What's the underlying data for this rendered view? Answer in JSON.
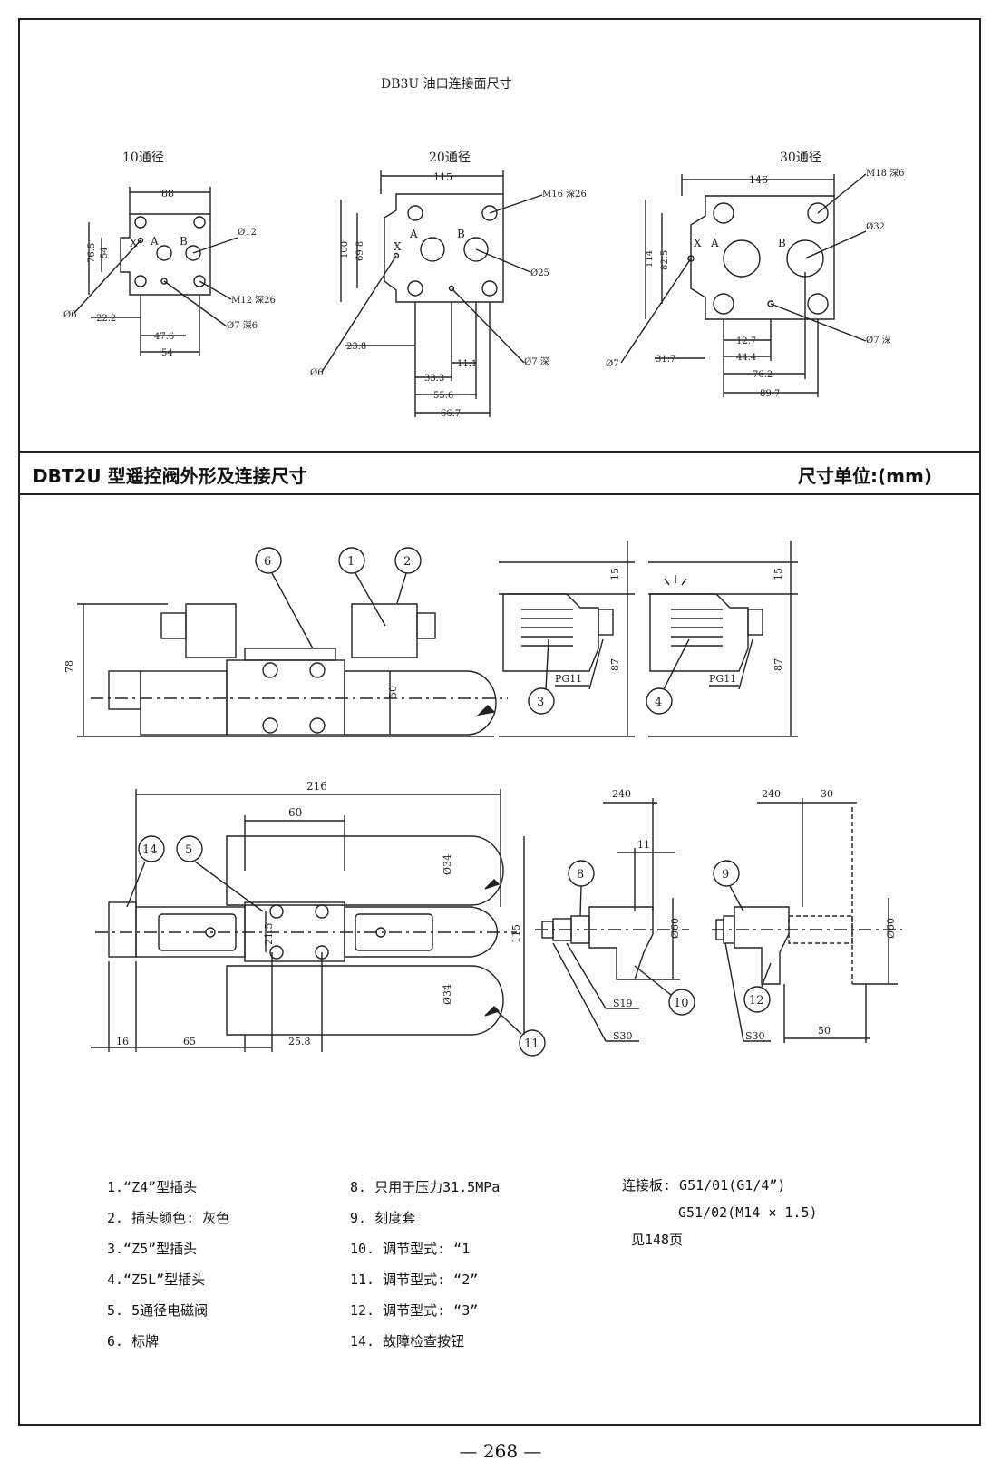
{
  "top_section": {
    "title": "DB3U  油口连接面尺寸",
    "views": [
      {
        "label": "10通径",
        "dims": {
          "width": "88",
          "h1": "76.5",
          "h2": "54",
          "d_center": "Ø12",
          "pilot": "Ø6",
          "x1": "22.2",
          "x2": "47.6",
          "x3": "54",
          "bolt": "M12 深26",
          "pin": "Ø7 深6"
        },
        "ports": {
          "x": "X",
          "a": "A",
          "b": "B"
        }
      },
      {
        "label": "20通径",
        "dims": {
          "width": "115",
          "h1": "100",
          "h2": "69.8",
          "bolt": "M16 深26",
          "port": "Ø25",
          "pilot": "Ø6",
          "x1": "23.8",
          "x2": "11.1",
          "x3": "33.3",
          "x4": "55.6",
          "x5": "66.7",
          "pin": "Ø7 深"
        },
        "ports": {
          "x": "X",
          "a": "A",
          "b": "B"
        }
      },
      {
        "label": "30通径",
        "dims": {
          "width": "146",
          "h1": "114",
          "h2": "82.5",
          "bolt": "M18 深6",
          "port": "Ø32",
          "pilot": "Ø7",
          "x1": "31.7",
          "x2": "12.7",
          "x3": "44.4",
          "x4": "76.2",
          "x5": "89.7",
          "pin": "Ø7 深"
        },
        "ports": {
          "x": "X",
          "a": "A",
          "b": "B"
        }
      }
    ]
  },
  "section_header": {
    "title": "DBT2U 型遥控阀外形及连接尺寸",
    "unit": "尺寸单位:(mm)"
  },
  "drawing": {
    "front": {
      "h_total": "78",
      "h_mid": "50",
      "callouts": [
        "6",
        "1",
        "2"
      ]
    },
    "plug_z5": {
      "callout": "3",
      "thread": "PG11",
      "h1": "15",
      "h2": "87"
    },
    "plug_z5l": {
      "callout": "4",
      "thread": "PG11",
      "h1": "15",
      "h2": "87"
    },
    "plan": {
      "length": "216",
      "pitch": "60",
      "height": "115",
      "dia": "Ø34",
      "dia2": "Ø34",
      "gap": "21.5",
      "left": "16",
      "offset": "65",
      "spacing": "25.8",
      "callouts": [
        "14",
        "5",
        "11"
      ]
    },
    "side1": {
      "len": "240",
      "dim": "11",
      "dia": "Ø60",
      "s1": "S19",
      "s2": "S30",
      "callouts": [
        "8",
        "10"
      ]
    },
    "side2": {
      "len": "240",
      "dim": "30",
      "dia": "Ø60",
      "s2": "S30",
      "len2": "50",
      "callouts": [
        "9",
        "12"
      ]
    }
  },
  "notes": {
    "col1": [
      "1.“Z4”型插头",
      "2. 插头颜色: 灰色",
      "3.“Z5”型插头",
      "4.“Z5L”型插头",
      "5. 5通径电磁阀",
      "6. 标牌"
    ],
    "col2": [
      "8. 只用于压力31.5MPa",
      "9. 刻度套",
      "10. 调节型式: “1",
      "11. 调节型式: “2”",
      "12. 调节型式: “3”",
      "14. 故障检查按钮"
    ],
    "col3": [
      "连接板: G51/01(G1/4”)",
      "G51/02(M14 × 1.5)",
      "",
      "见148页"
    ]
  },
  "page_number": "— 268 —"
}
